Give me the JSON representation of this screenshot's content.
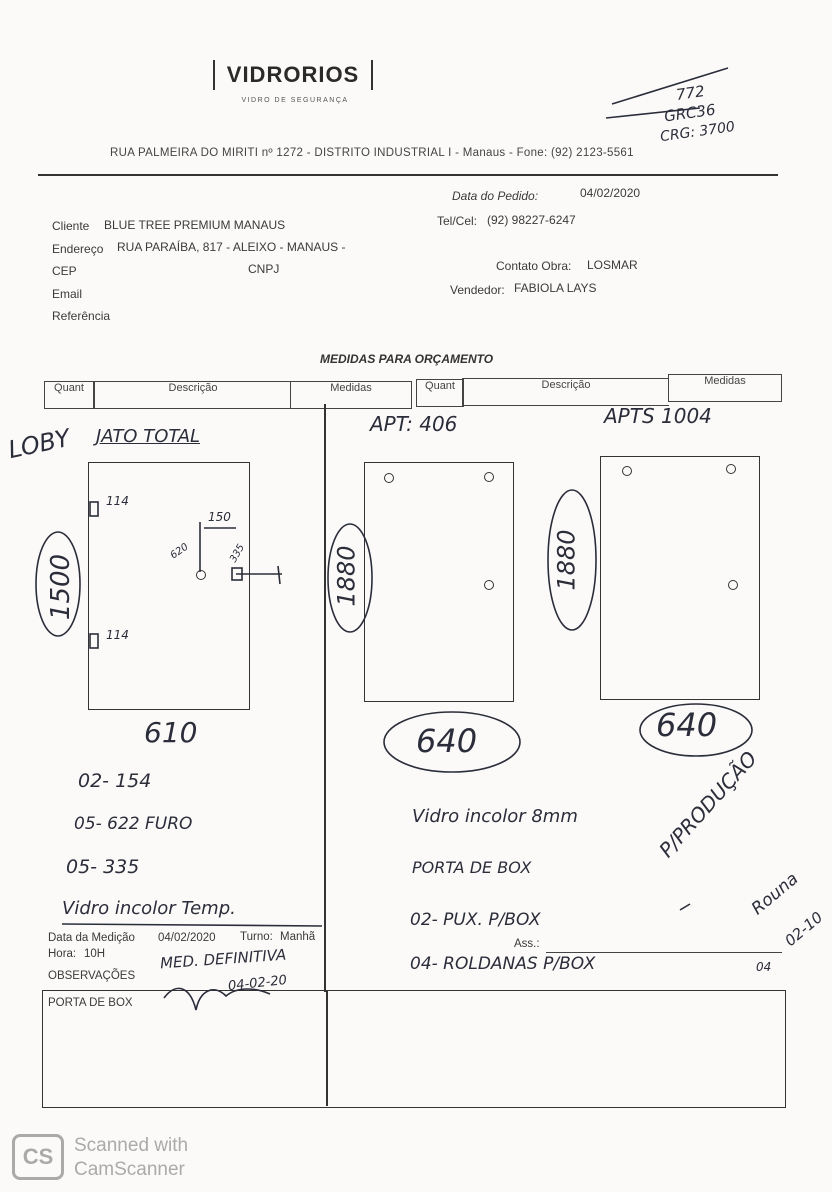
{
  "header": {
    "logo": "VIDRORIOS",
    "tagline": "VIDRO DE SEGURANÇA",
    "address": "RUA PALMEIRA DO MIRITI nº 1272 - DISTRITO INDUSTRIAL I - Manaus - Fone: (92) 2123-5561",
    "corner_notes": [
      "772",
      "GRC36",
      "CRG: 3700"
    ]
  },
  "order": {
    "date_label": "Data do Pedido:",
    "date_value": "04/02/2020",
    "client_label": "Cliente",
    "client_value": "BLUE TREE PREMIUM MANAUS",
    "phone_label": "Tel/Cel:",
    "phone_value": "(92) 98227-6247",
    "address_label": "Endereço",
    "address_value": "RUA PARAÍBA, 817 - ALEIXO - MANAUS -",
    "cep_label": "CEP",
    "cnpj_label": "CNPJ",
    "contact_label": "Contato Obra:",
    "contact_value": "LOSMAR",
    "email_label": "Email",
    "seller_label": "Vendedor:",
    "seller_value": "FABIOLA LAYS",
    "reference_label": "Referência"
  },
  "section_title": "MEDIDAS PARA ORÇAMENTO",
  "table_header": {
    "left": [
      "Quant",
      "Descrição",
      "Medidas"
    ],
    "right": [
      "Quant",
      "Descrição",
      "Medidas"
    ]
  },
  "handwriting": {
    "loby": "LOBY",
    "jato_total": "JATO TOTAL",
    "apt_406": "APT: 406",
    "apts_1004": "APTS 1004",
    "h1": "1500",
    "h2": "1880",
    "h3": "1880",
    "w1": "610",
    "w2": "640",
    "w3": "640",
    "mark_114_top": "114",
    "mark_114_bottom": "114",
    "mark_150": "150",
    "mark_620": "620",
    "mark_335": "335",
    "left_notes": [
      "02- 154",
      "05- 622 FURO",
      "05- 335",
      "Vidro incolor Temp."
    ],
    "right_notes": [
      "Vidro incolor 8mm",
      "PORTA DE BOX",
      "02- PUX. P/BOX",
      "04- ROLDANAS P/BOX"
    ],
    "production": "P/PRODUÇÃO",
    "signature": "Rouna",
    "prod_date": "02-10",
    "med_definitiva": "MED. DEFINITIVA",
    "med_date": "04-02-20",
    "ass_date": "04"
  },
  "measure": {
    "date_label": "Data da Medição",
    "date_value": "04/02/2020",
    "shift_label": "Turno:",
    "shift_value": "Manhã",
    "hour_label": "Hora:",
    "hour_value": "10H",
    "ass_label": "Ass.:",
    "obs_label": "OBSERVAÇÕES",
    "obs_value": "PORTA DE BOX"
  },
  "scanner": {
    "logo": "CS",
    "line1": "Scanned with",
    "line2": "CamScanner"
  }
}
